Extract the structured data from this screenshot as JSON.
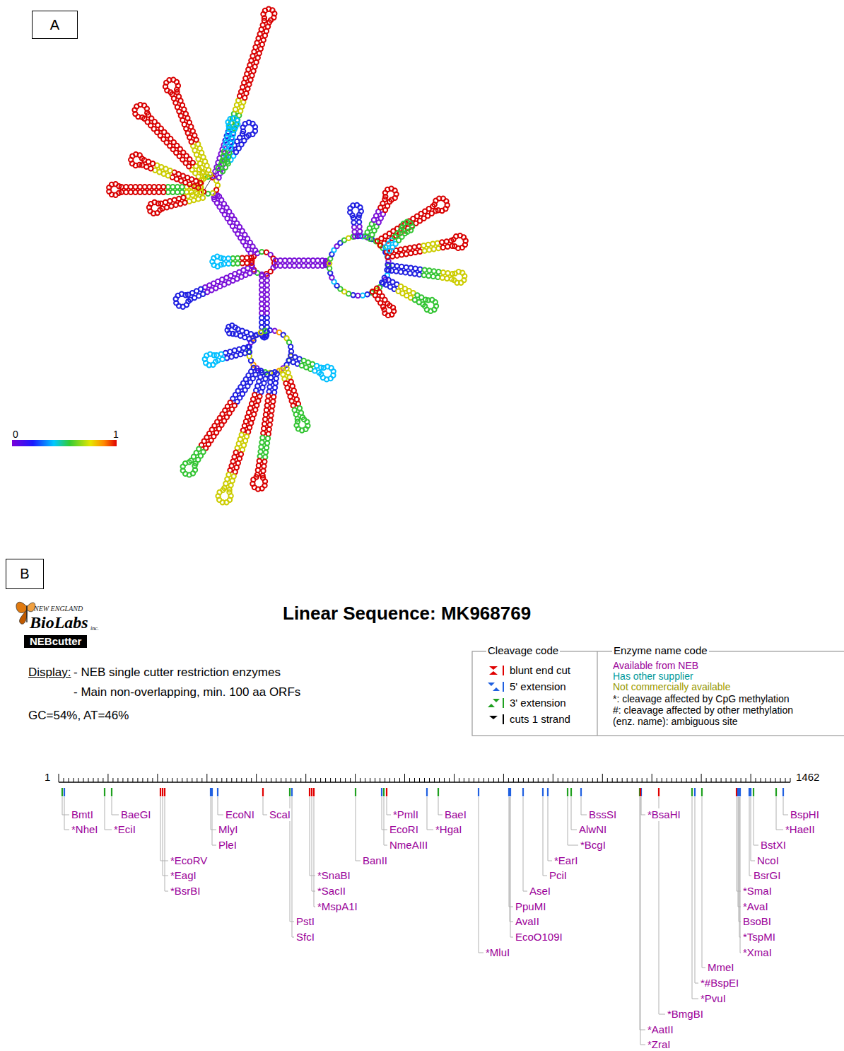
{
  "diagram": {
    "nodes": [
      {
        "text": [
          "A"
        ]
      },
      {
        "text": [
          "B"
        ]
      }
    ],
    "labels": [
      "0",
      "1",
      "NEW ENGLAND",
      "BioLabs",
      "inc.",
      "NEBcutter",
      "Linear Sequence: MK968769",
      "Display:",
      "- NEB single cutter restriction enzymes",
      "- Main non-overlapping, min. 100 aa ORFs",
      "GC=54%, AT=46%",
      "Cleavage code",
      "Enzyme name code",
      "Available from NEB",
      "Has other supplier",
      "Not commercially available",
      "*: cleavage affected by CpG methylation",
      "#: cleavage affected by other methylation",
      "(enz. name): ambiguous site",
      "1",
      "1462",
      "BmtI",
      "*NheI",
      "BaeGI",
      "*EciI",
      "*EcoRV",
      "*EagI",
      "*BsrBI",
      "EcoNI",
      "MlyI",
      "PleI",
      "ScaI",
      "PstI",
      "SfcI",
      "*SnaBI",
      "*SacII",
      "*MspA1I",
      "BanII",
      "*PmlI",
      "EcoRI",
      "NmeAIII",
      "BaeI",
      "*HgaI",
      "*MluI",
      "PpuMI",
      "AvaII",
      "EcoO109I",
      "AseI",
      "*EarI",
      "PciI",
      "BssSI",
      "AlwNI",
      "*BcgI",
      "*BsaHI",
      "*AatII",
      "*ZraI",
      "*BmgBI",
      "MmeI",
      "*#BspEI",
      "*PvuI",
      "*SmaI",
      "*AvaI",
      "BsoBI",
      "*TspMI",
      "*XmaI",
      "BstXI",
      "NcoI",
      "BsrGI",
      "BspHI",
      "*HaeII"
    ],
    "legend": [
      {
        "text": "blunt end cut"
      },
      {
        "text": "5' extension"
      },
      {
        "text": "3' extension"
      },
      {
        "text": "cuts 1 strand"
      }
    ]
  }
}
